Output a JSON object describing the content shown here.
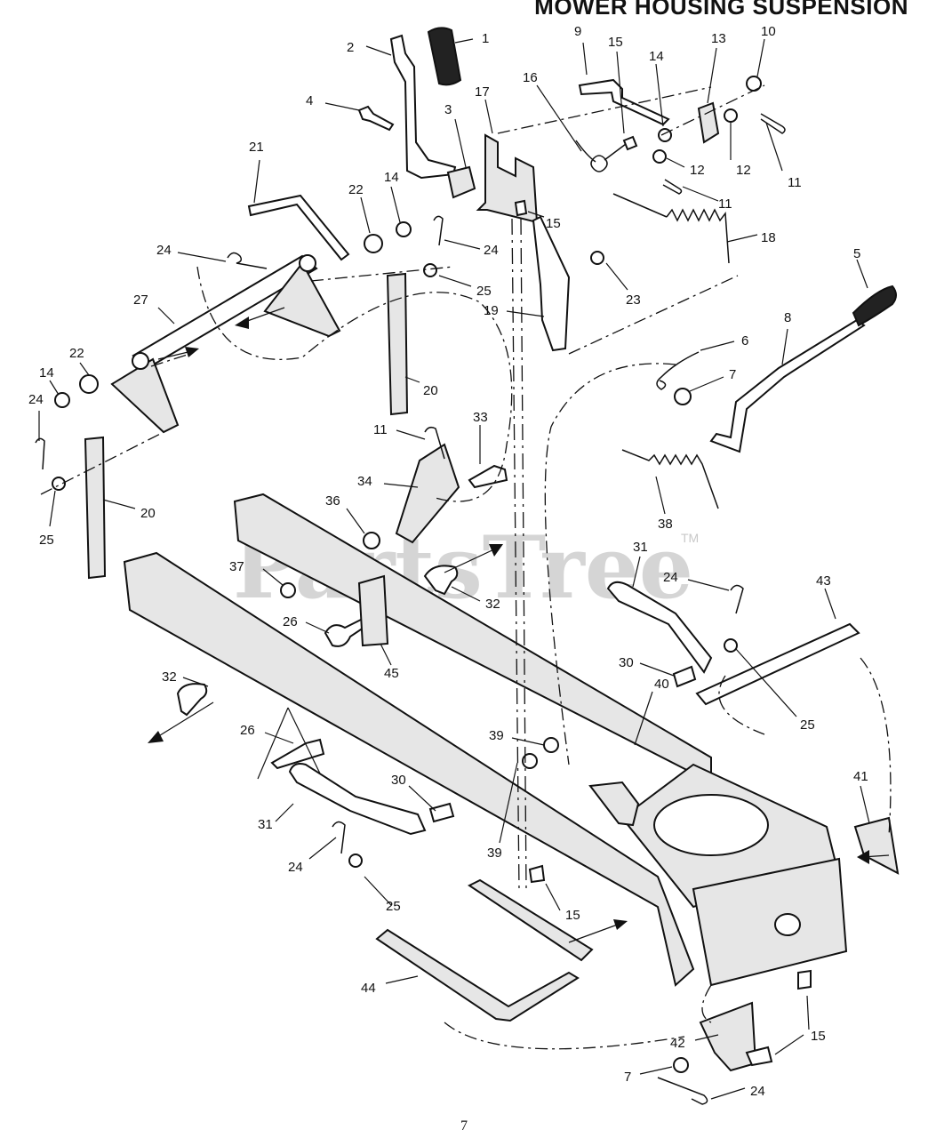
{
  "title": "MOWER HOUSING SUSPENSION",
  "page_number": "7",
  "watermark": "PartsTree",
  "watermark_tm": "TM",
  "callouts": [
    {
      "id": "c1",
      "text": "1"
    },
    {
      "id": "c2",
      "text": "2"
    },
    {
      "id": "c9",
      "text": "9"
    },
    {
      "id": "c15a",
      "text": "15"
    },
    {
      "id": "c13",
      "text": "13"
    },
    {
      "id": "c10",
      "text": "10"
    },
    {
      "id": "c4",
      "text": "4"
    },
    {
      "id": "c17",
      "text": "17"
    },
    {
      "id": "c16",
      "text": "16"
    },
    {
      "id": "c14a",
      "text": "14"
    },
    {
      "id": "c3",
      "text": "3"
    },
    {
      "id": "c12a",
      "text": "12"
    },
    {
      "id": "c12b",
      "text": "12"
    },
    {
      "id": "c11a",
      "text": "11"
    },
    {
      "id": "c21",
      "text": "21"
    },
    {
      "id": "c11b",
      "text": "11"
    },
    {
      "id": "c22a",
      "text": "22"
    },
    {
      "id": "c14b",
      "text": "14"
    },
    {
      "id": "c15b",
      "text": "15"
    },
    {
      "id": "c18",
      "text": "18"
    },
    {
      "id": "c24a",
      "text": "24"
    },
    {
      "id": "c24b",
      "text": "24"
    },
    {
      "id": "c5",
      "text": "5"
    },
    {
      "id": "c25a",
      "text": "25"
    },
    {
      "id": "c23",
      "text": "23"
    },
    {
      "id": "c27",
      "text": "27"
    },
    {
      "id": "c19",
      "text": "19"
    },
    {
      "id": "c8",
      "text": "8"
    },
    {
      "id": "c6",
      "text": "6"
    },
    {
      "id": "c22b",
      "text": "22"
    },
    {
      "id": "c7a",
      "text": "7"
    },
    {
      "id": "c14c",
      "text": "14"
    },
    {
      "id": "c20a",
      "text": "20"
    },
    {
      "id": "c24c",
      "text": "24"
    },
    {
      "id": "c11c",
      "text": "11"
    },
    {
      "id": "c33",
      "text": "33"
    },
    {
      "id": "c34",
      "text": "34"
    },
    {
      "id": "c20b",
      "text": "20"
    },
    {
      "id": "c25b",
      "text": "25"
    },
    {
      "id": "c36",
      "text": "36"
    },
    {
      "id": "c38",
      "text": "38"
    },
    {
      "id": "c31a",
      "text": "31"
    },
    {
      "id": "c43",
      "text": "43"
    },
    {
      "id": "c37",
      "text": "37"
    },
    {
      "id": "c24d",
      "text": "24"
    },
    {
      "id": "c32a",
      "text": "32"
    },
    {
      "id": "c26a",
      "text": "26"
    },
    {
      "id": "c30a",
      "text": "30"
    },
    {
      "id": "c45",
      "text": "45"
    },
    {
      "id": "c32b",
      "text": "32"
    },
    {
      "id": "c25c",
      "text": "25"
    },
    {
      "id": "c40",
      "text": "40"
    },
    {
      "id": "c26b",
      "text": "26"
    },
    {
      "id": "c39a",
      "text": "39"
    },
    {
      "id": "c41",
      "text": "41"
    },
    {
      "id": "c30b",
      "text": "30"
    },
    {
      "id": "c31b",
      "text": "31"
    },
    {
      "id": "c39b",
      "text": "39"
    },
    {
      "id": "c24e",
      "text": "24"
    },
    {
      "id": "c25d",
      "text": "25"
    },
    {
      "id": "c15c",
      "text": "15"
    },
    {
      "id": "c44",
      "text": "44"
    },
    {
      "id": "c15d",
      "text": "15"
    },
    {
      "id": "c42",
      "text": "42"
    },
    {
      "id": "c7b",
      "text": "7"
    },
    {
      "id": "c24f",
      "text": "24"
    }
  ]
}
